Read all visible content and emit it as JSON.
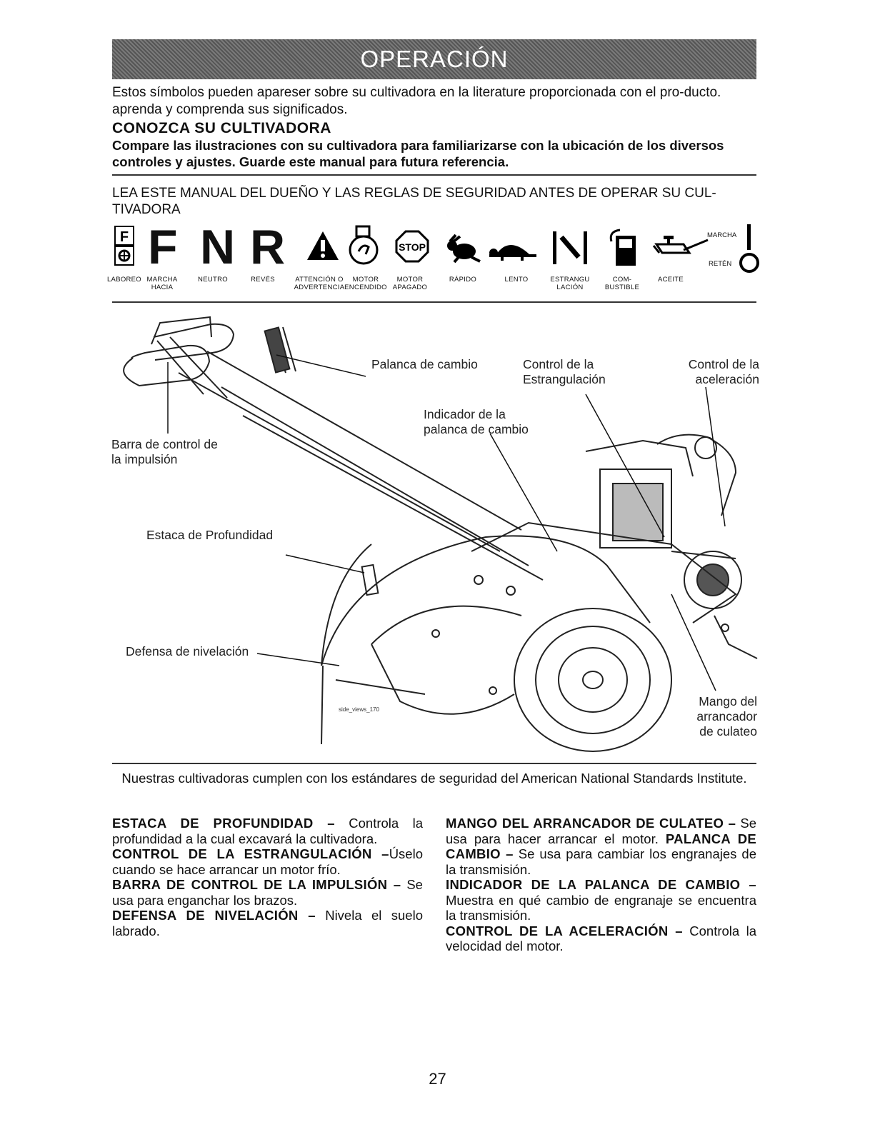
{
  "header": {
    "title": "OPERACIÓN"
  },
  "intro": "Estos símbolos pueden apareser sobre su cultivadora en la literature proporcionada con el pro-ducto. aprenda y comprenda sus significados.",
  "section_title": "CONOZCA SU CULTIVADORA",
  "compare_text": "Compare las ilustraciones con su cultivadora para familiarizarse con la ubicación de los diversos controles y ajustes. Guarde este manual para futura referencia.",
  "lea_text": "LEA ESTE MANUAL DEL DUEÑO Y LAS REGLAS DE SEGURIDAD ANTES DE OPERAR SU CUL-TIVADORA",
  "symbols": {
    "letters": {
      "forward": "F",
      "neutral": "N",
      "reverse": "R"
    },
    "stop": "STOP",
    "marcha": "MARCHA",
    "reten": "RETÉN",
    "labels": {
      "laboreo": "LABOREO",
      "marcha_hacia": "MARCHA HACIA",
      "neutro": "NEUTRO",
      "reves": "REVÉS",
      "atencion": "ATTENCIÓN O ADVERTENCIA",
      "motor_encendido": "MOTOR ENCENDIDO",
      "motor_apagado": "MOTOR APAGADO",
      "rapido": "RÁPIDO",
      "lento": "LENTO",
      "estrangulacion": "ESTRANGU LACIÓN",
      "combustible": "COM- BUSTIBLE",
      "aceite": "ACEITE"
    }
  },
  "diagram": {
    "callouts": {
      "palanca": "Palanca de cambio",
      "estrangulacion": "Control de la Estrangulación",
      "aceleracion": "Control de la aceleración",
      "indicador": "Indicador de la palanca de cambio",
      "barra": "Barra de control de la impulsión",
      "estaca": "Estaca de Profundidad",
      "defensa": "Defensa de nivelación",
      "mango": "Mango del arrancador de culateo"
    },
    "caption": "side_views_170"
  },
  "standards": "Nuestras cultivadoras cumplen con los estándares de seguridad del American National Standards Institute.",
  "definitions": {
    "left": [
      {
        "term": "ESTACA DE PROFUNDIDAD –",
        "desc": " Controla la profundidad a la cual excavará la cultivadora."
      },
      {
        "term": "CONTROL DE LA ESTRANGULACIÓN –",
        "desc": "Úselo cuando se hace arrancar un motor frío."
      },
      {
        "term": "BARRA DE CONTROL DE LA IMPULSIÓN –",
        "desc": " Se usa para enganchar los brazos."
      },
      {
        "term": "DEFENSA DE NIVELACIÓN –",
        "desc": " Nivela el suelo labrado."
      }
    ],
    "right": [
      {
        "term": "MANGO DEL ARRANCADOR DE CULATEO –",
        "desc": " Se usa para hacer arrancar el motor."
      },
      {
        "term": "PALANCA DE CAMBIO –",
        "desc": " Se usa para cambiar los engranajes de la transmisión."
      },
      {
        "term": "INDICADOR DE LA PALANCA DE CAMBIO –",
        "desc": " Muestra en qué cambio de engranaje se encuentra la transmisión."
      },
      {
        "term": "CONTROL DE LA ACELERACIÓN –",
        "desc": " Controla la velocidad del motor."
      }
    ]
  },
  "page_number": "27"
}
